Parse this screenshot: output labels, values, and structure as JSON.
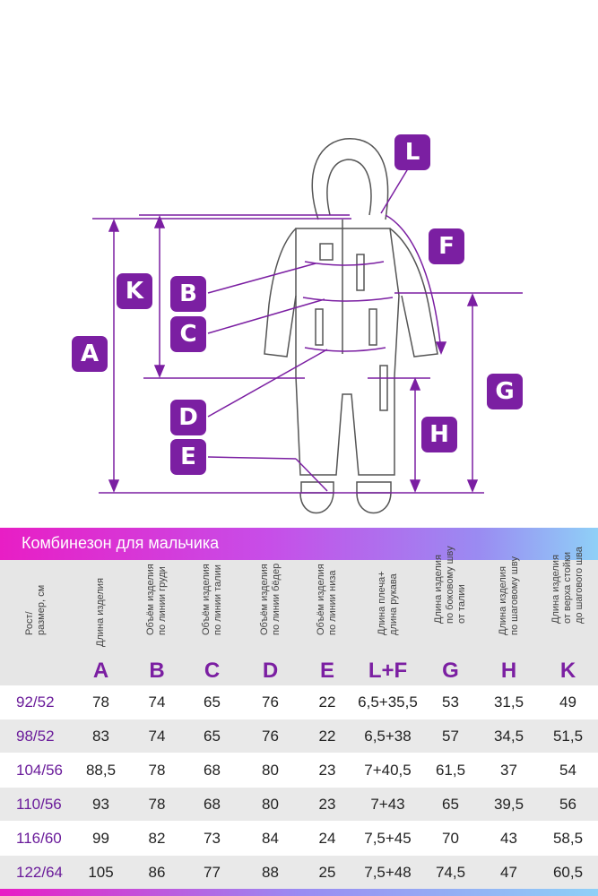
{
  "diagram": {
    "labels": [
      "A",
      "B",
      "C",
      "D",
      "E",
      "F",
      "G",
      "H",
      "K",
      "L"
    ],
    "accent": "#7b1fa2"
  },
  "banner": {
    "title": "Комбинезон для мальчика"
  },
  "table": {
    "columns": [
      {
        "header": "Рост/\nразмер, см",
        "letter": ""
      },
      {
        "header": "Длина изделия",
        "letter": "A"
      },
      {
        "header": "Объём изделия\nпо линии груди",
        "letter": "B"
      },
      {
        "header": "Объём изделия\nпо линии талии",
        "letter": "C"
      },
      {
        "header": "Объём изделия\nпо линии бёдер",
        "letter": "D"
      },
      {
        "header": "Объём изделия\nпо линии низа",
        "letter": "E"
      },
      {
        "header": "Длина плеча+\nдлина рукава",
        "letter": "L+F"
      },
      {
        "header": "Длина изделия\nпо боковому шву\nот талии",
        "letter": "G"
      },
      {
        "header": "Длина изделия\nпо шаговому шву",
        "letter": "H"
      },
      {
        "header": "Длина изделия\nот верха стойки\nдо шагового шва",
        "letter": "K"
      }
    ],
    "rows": [
      [
        "92/52",
        "78",
        "74",
        "65",
        "76",
        "22",
        "6,5+35,5",
        "53",
        "31,5",
        "49"
      ],
      [
        "98/52",
        "83",
        "74",
        "65",
        "76",
        "22",
        "6,5+38",
        "57",
        "34,5",
        "51,5"
      ],
      [
        "104/56",
        "88,5",
        "78",
        "68",
        "80",
        "23",
        "7+40,5",
        "61,5",
        "37",
        "54"
      ],
      [
        "110/56",
        "93",
        "78",
        "68",
        "80",
        "23",
        "7+43",
        "65",
        "39,5",
        "56"
      ],
      [
        "116/60",
        "99",
        "82",
        "73",
        "84",
        "24",
        "7,5+45",
        "70",
        "43",
        "58,5"
      ],
      [
        "122/64",
        "105",
        "86",
        "77",
        "88",
        "25",
        "7,5+48",
        "74,5",
        "47",
        "60,5"
      ]
    ]
  }
}
